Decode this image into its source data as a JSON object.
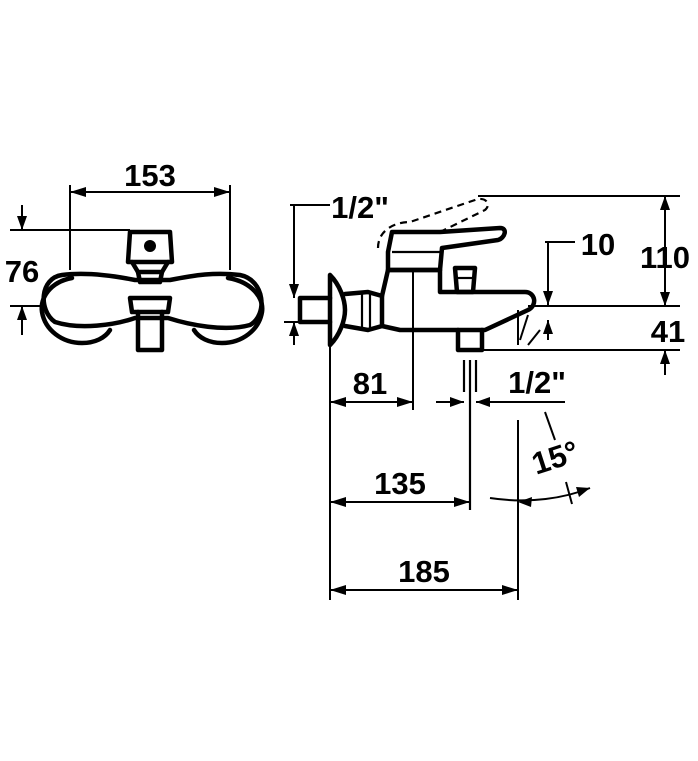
{
  "dimensions": {
    "width_front": "153",
    "height_front": "76",
    "inlet_thread": "1/2\"",
    "spout_drop": "10",
    "lever_height": "110",
    "outlet_height": "41",
    "wall_to_body": "81",
    "outlet_thread": "1/2\"",
    "lever_angle": "15°",
    "wall_to_outlet": "135",
    "wall_to_lever_tip": "185"
  },
  "colors": {
    "line": "#000000",
    "background": "#ffffff"
  }
}
